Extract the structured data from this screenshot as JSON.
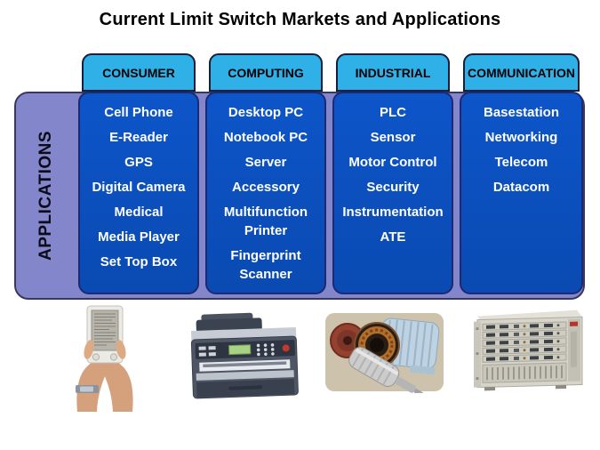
{
  "title": "Current Limit Switch Markets and Applications",
  "left_axis_label": "APPLICATIONS",
  "colors": {
    "title_text": "#000000",
    "tab_fill": "#2fb1e8",
    "box_fill": "#0d55ca",
    "panel_fill": "#8486cb",
    "item_text": "#ffffff"
  },
  "columns": [
    {
      "header": "CONSUMER",
      "items": [
        "Cell Phone",
        "E-Reader",
        "GPS",
        "Digital Camera",
        "Medical",
        "Media Player",
        "Set Top Box"
      ]
    },
    {
      "header": "COMPUTING",
      "items": [
        "Desktop PC",
        "Notebook PC",
        "Server",
        "Accessory",
        "Multifunction Printer",
        "Fingerprint Scanner"
      ]
    },
    {
      "header": "INDUSTRIAL",
      "items": [
        "PLC",
        "Sensor",
        "Motor Control",
        "Security",
        "Instrumentation",
        "ATE"
      ]
    },
    {
      "header": "COMMUNICATION",
      "items": [
        "Basestation",
        "Networking",
        "Telecom",
        "Datacom"
      ]
    }
  ],
  "figures": [
    {
      "label": "hands holding e-reader photo"
    },
    {
      "label": "multifunction printer photo"
    },
    {
      "label": "electric motor with rotor and stator photo"
    },
    {
      "label": "telecom rack chassis photo"
    }
  ]
}
